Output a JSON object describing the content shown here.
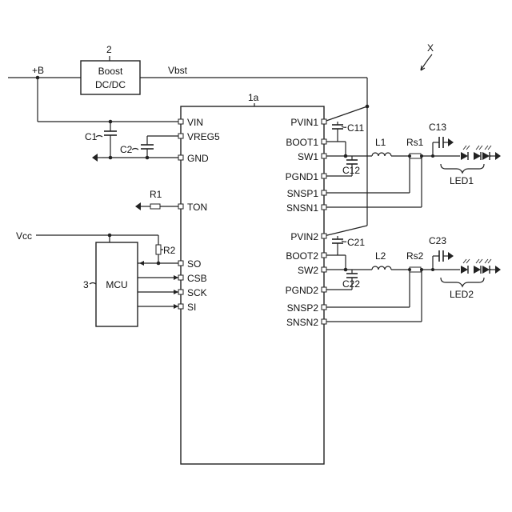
{
  "figure_label": "X",
  "supply": {
    "plus_b": "+B",
    "vbst": "Vbst",
    "vcc": "Vcc"
  },
  "boost": {
    "ref": "2",
    "line1": "Boost",
    "line2": "DC/DC"
  },
  "ic": {
    "ref": "1a",
    "left_pins": [
      "VIN",
      "VREG5",
      "GND",
      "TON",
      "SO",
      "CSB",
      "SCK",
      "SI"
    ],
    "right_pins": [
      "PVIN1",
      "BOOT1",
      "SW1",
      "PGND1",
      "SNSP1",
      "SNSN1",
      "PVIN2",
      "BOOT2",
      "SW2",
      "PGND2",
      "SNSP2",
      "SNSN2"
    ]
  },
  "mcu": {
    "ref": "3",
    "label": "MCU"
  },
  "components": {
    "C1": "C1",
    "C2": "C2",
    "R1": "R1",
    "R2": "R2",
    "C11": "C11",
    "C12": "C12",
    "C13": "C13",
    "L1": "L1",
    "Rs1": "Rs1",
    "LED1": "LED1",
    "C21": "C21",
    "C22": "C22",
    "C23": "C23",
    "L2": "L2",
    "Rs2": "Rs2",
    "LED2": "LED2"
  }
}
